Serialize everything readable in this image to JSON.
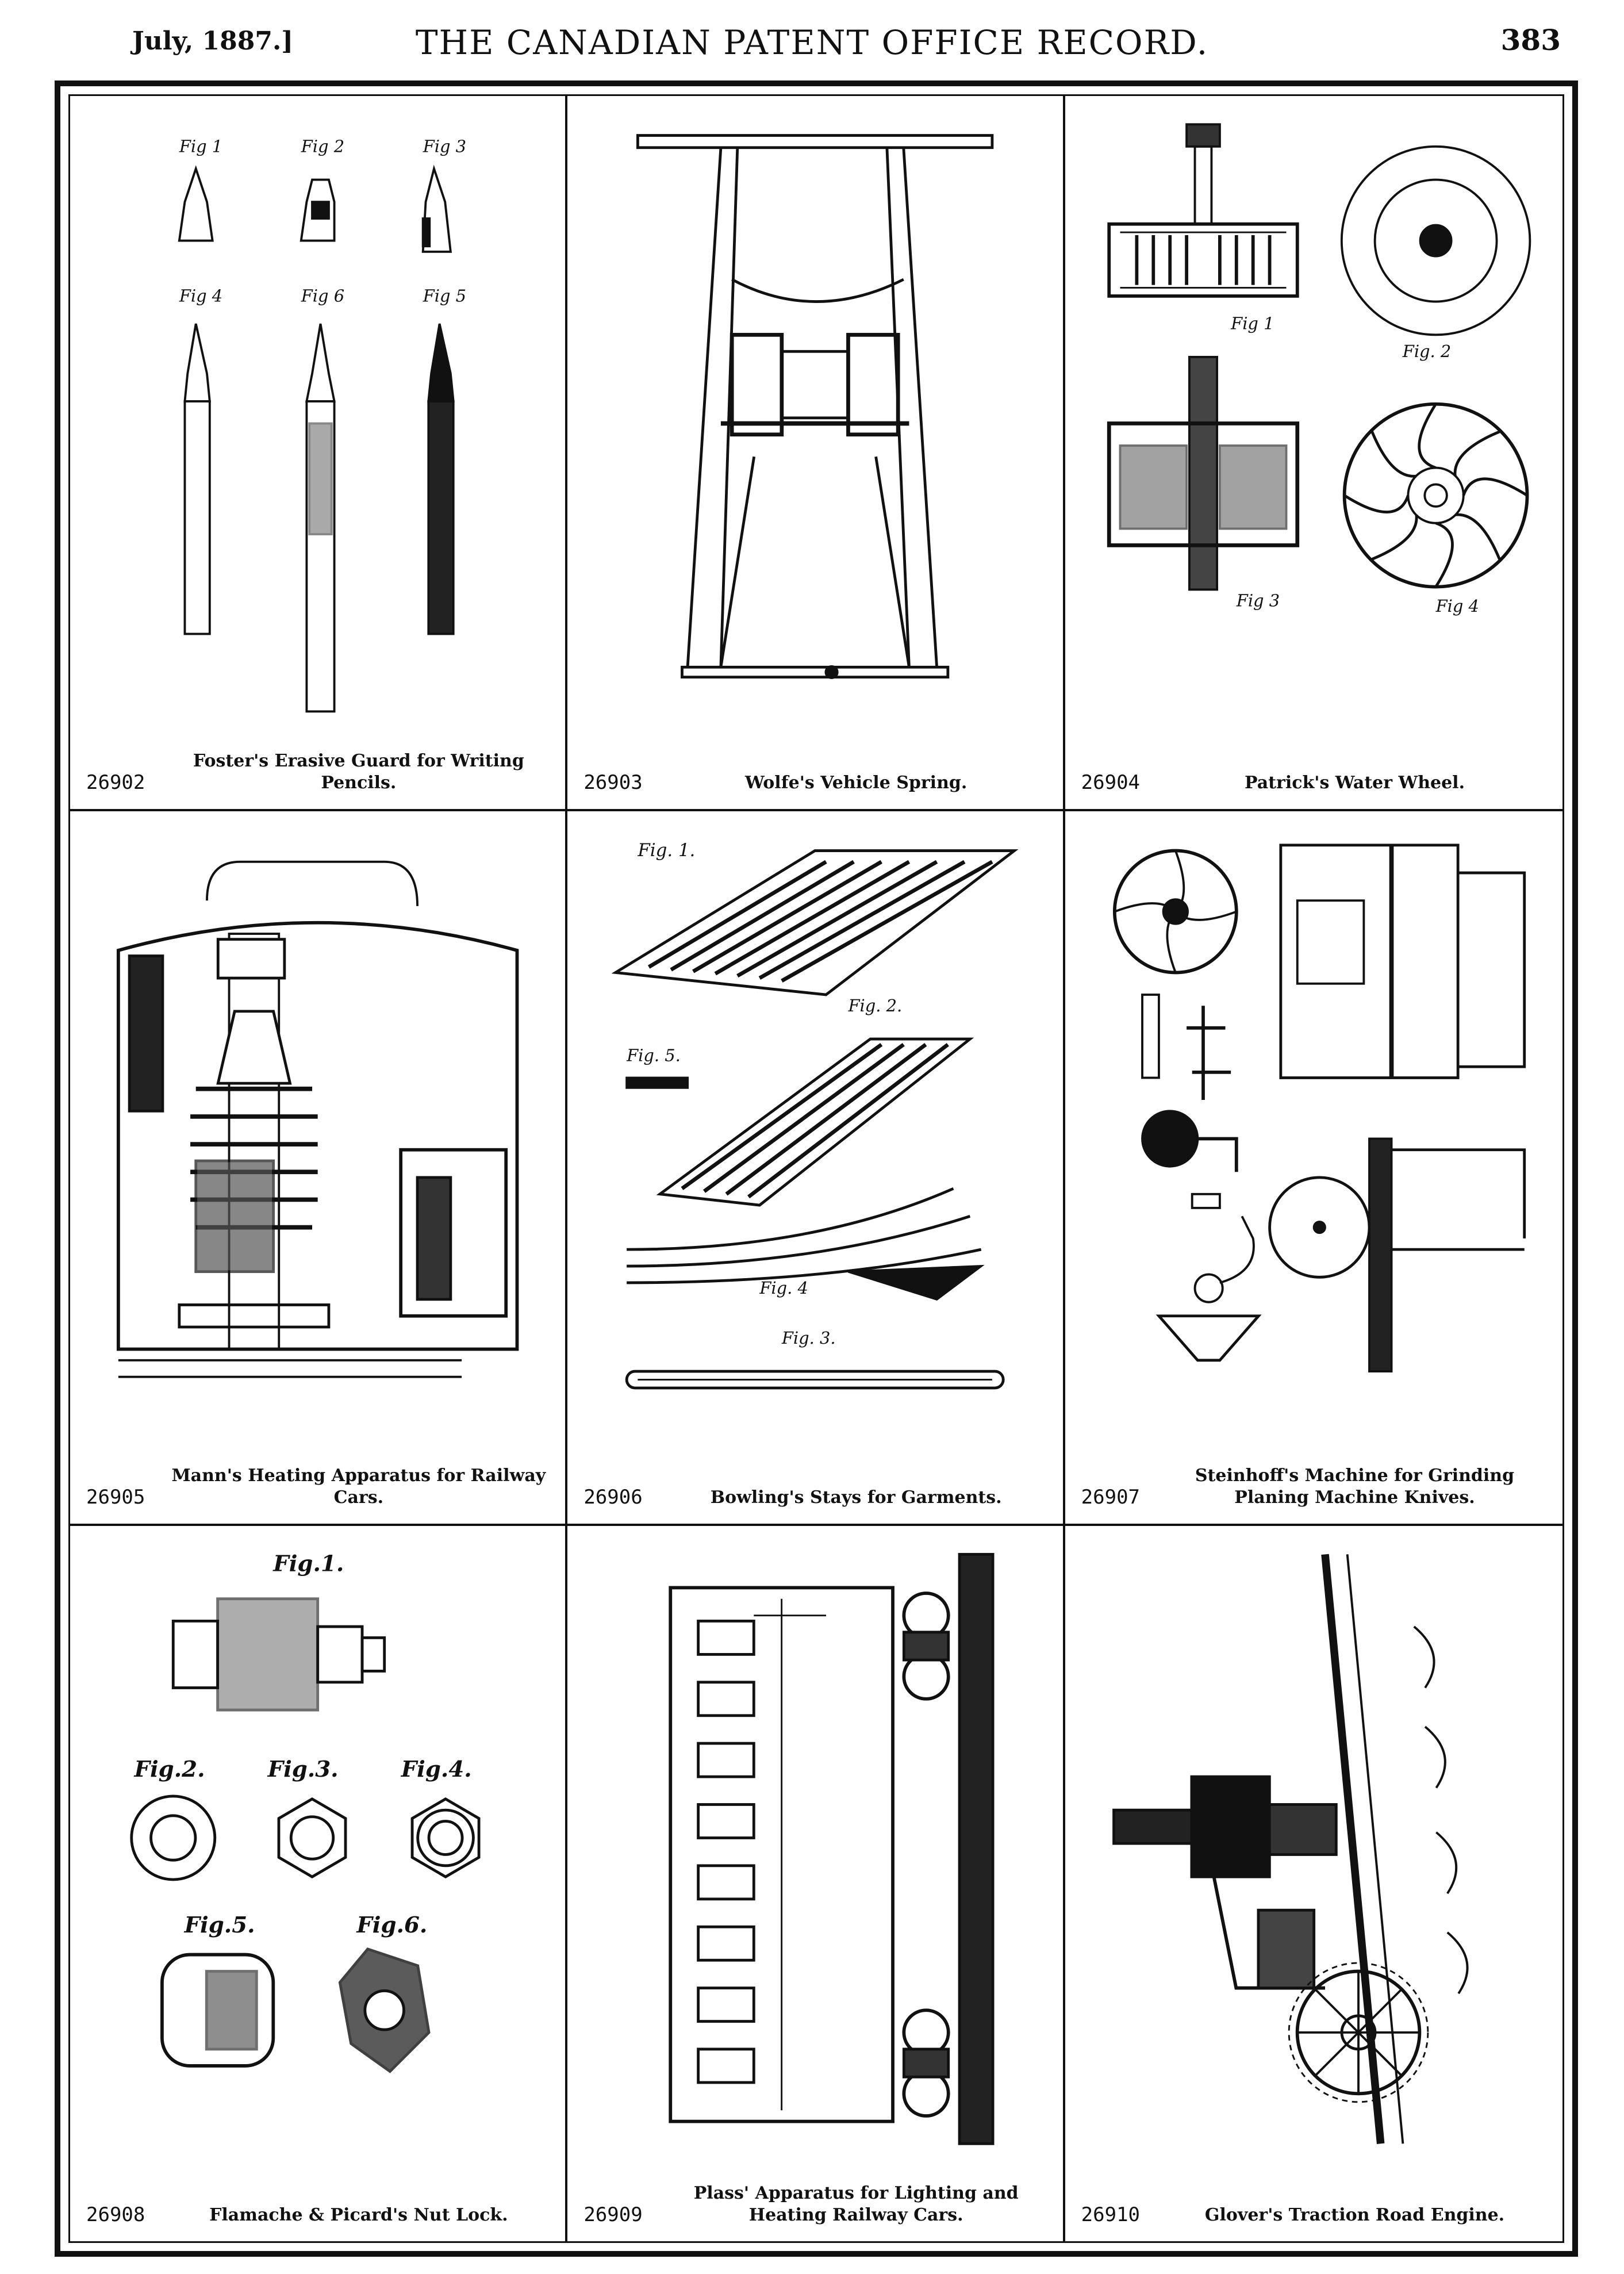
{
  "header": {
    "date": "July, 1887.]",
    "title": "THE CANADIAN PATENT OFFICE RECORD.",
    "page": "383"
  },
  "patents": [
    {
      "number": "26902",
      "title": "Foster's Erasive Guard for Writing Pencils.",
      "fig_labels": [
        "Fig 1",
        "Fig 2",
        "Fig 3",
        "Fig 4",
        "Fig 6",
        "Fig 5"
      ]
    },
    {
      "number": "26903",
      "title": "Wolfe's Vehicle Spring.",
      "fig_labels": []
    },
    {
      "number": "26904",
      "title": "Patrick's Water Wheel.",
      "fig_labels": [
        "Fig 1",
        "Fig. 2",
        "Fig 3",
        "Fig 4"
      ]
    },
    {
      "number": "26905",
      "title": "Mann's Heating Apparatus for Railway Cars.",
      "fig_labels": []
    },
    {
      "number": "26906",
      "title": "Bowling's Stays for Garments.",
      "fig_labels": [
        "Fig. 1.",
        "Fig. 2.",
        "Fig. 5.",
        "Fig. 4",
        "Fig. 3."
      ]
    },
    {
      "number": "26907",
      "title": "Steinhoff's Machine for Grinding Planing Machine Knives.",
      "fig_labels": []
    },
    {
      "number": "26908",
      "title": "Flamache & Picard's Nut Lock.",
      "fig_labels": [
        "Fig.1.",
        "Fig.2.",
        "Fig.3.",
        "Fig.4.",
        "Fig.5.",
        "Fig.6."
      ]
    },
    {
      "number": "26909",
      "title": "Plass' Apparatus for Lighting and Heating Railway Cars.",
      "fig_labels": []
    },
    {
      "number": "26910",
      "title": "Glover's Traction Road Engine.",
      "fig_labels": []
    }
  ]
}
